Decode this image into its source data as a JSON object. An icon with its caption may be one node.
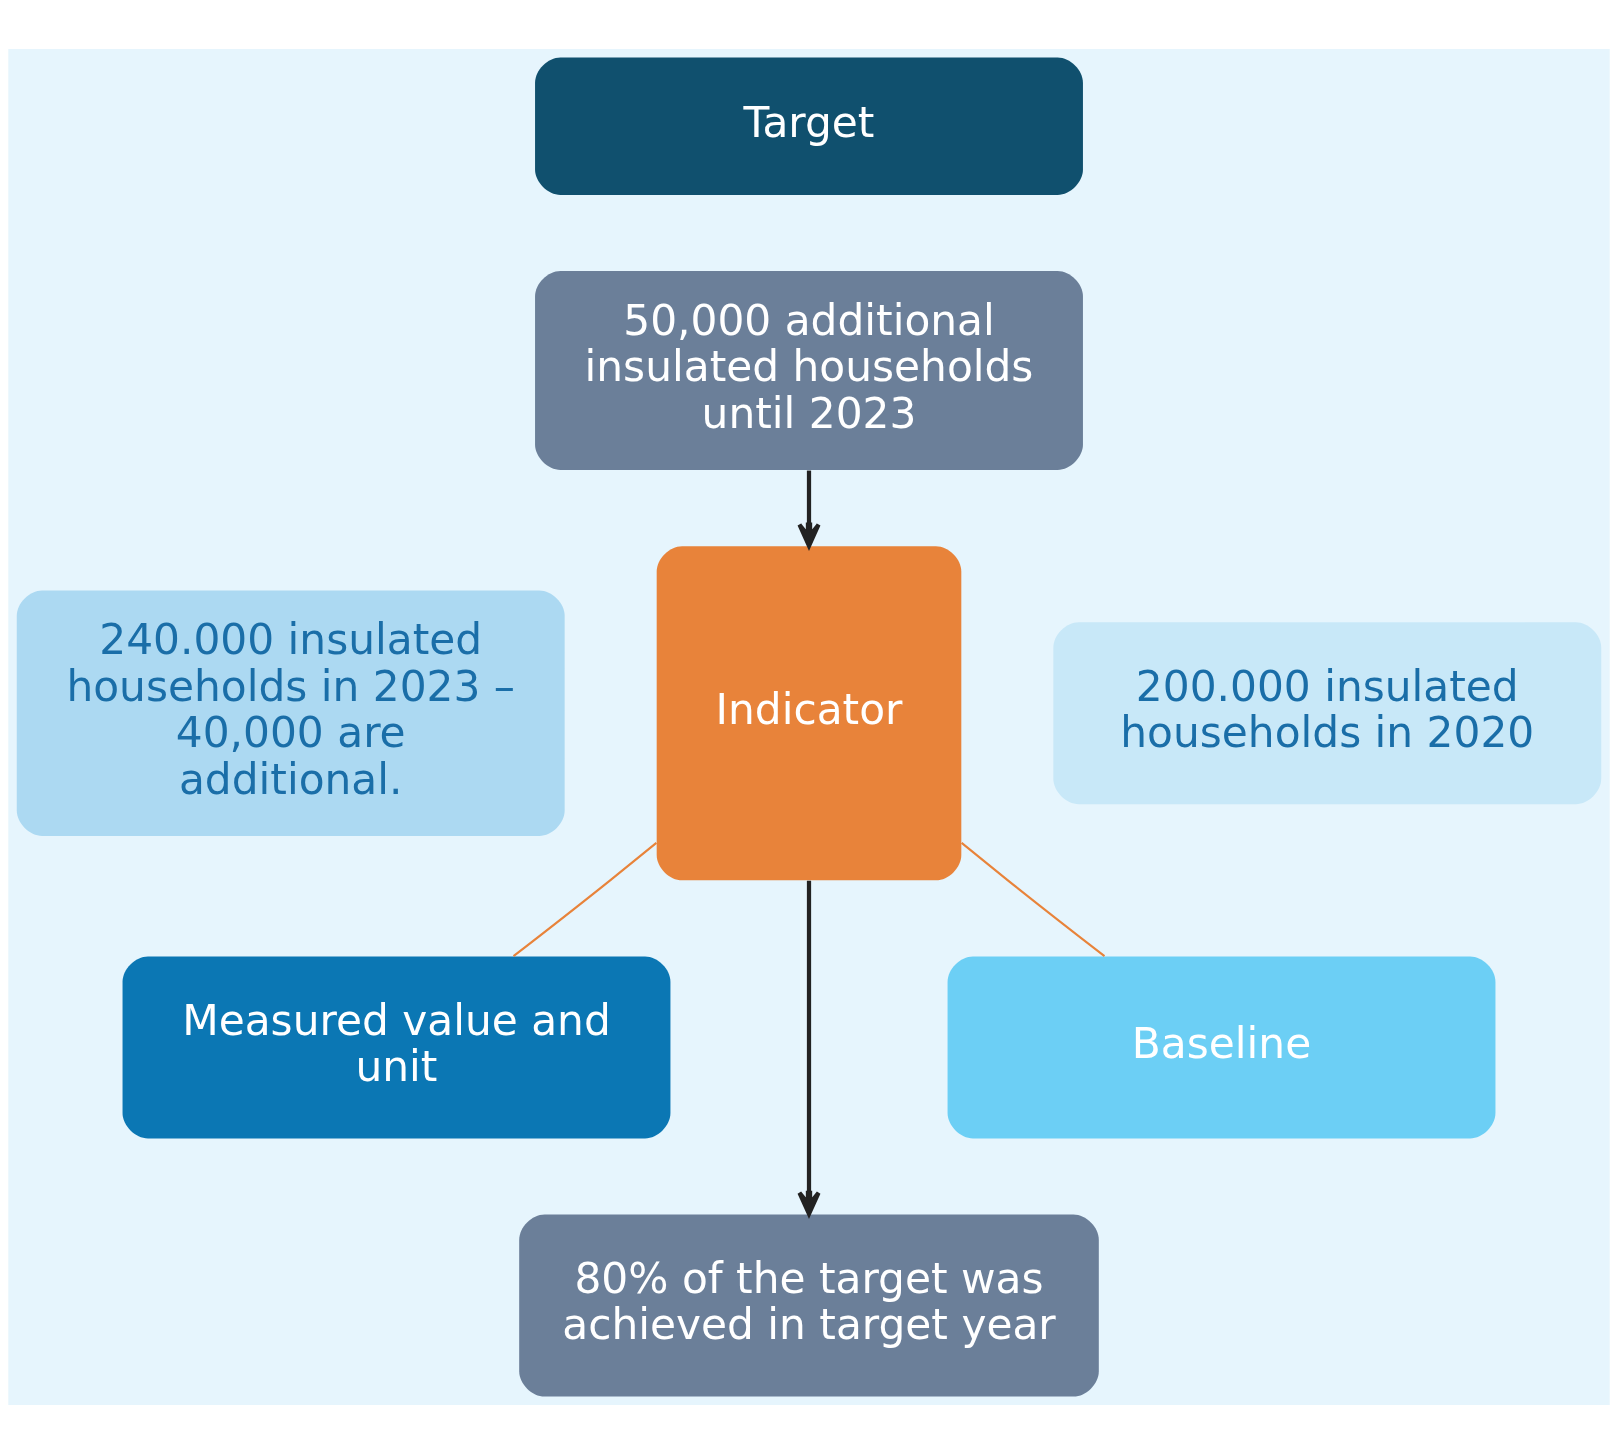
{
  "diagram": {
    "nodes": [
      {
        "text": [
          "Target"
        ]
      },
      {
        "text": [
          "50,000 additional insulated households until 2023"
        ]
      },
      {
        "text": [
          "240.000 insulated households in 2023 – 40,000 are additional."
        ]
      },
      {
        "text": [
          "Indicator"
        ]
      },
      {
        "text": [
          "200.000 insulated households in 2020"
        ]
      },
      {
        "text": [
          "Measured value and unit"
        ]
      },
      {
        "text": [
          "Baseline"
        ]
      },
      {
        "text": [
          "80% of the target was achieved in target year"
        ]
      }
    ],
    "edges": [
      {
        "from": 1,
        "to": 3,
        "arrow": "to"
      },
      {
        "from": 3,
        "to": 5,
        "arrow": "none",
        "color": "#e8833a"
      },
      {
        "from": 3,
        "to": 6,
        "arrow": "none",
        "color": "#e8833a"
      },
      {
        "from": 3,
        "to": 7,
        "arrow": "to"
      }
    ]
  }
}
